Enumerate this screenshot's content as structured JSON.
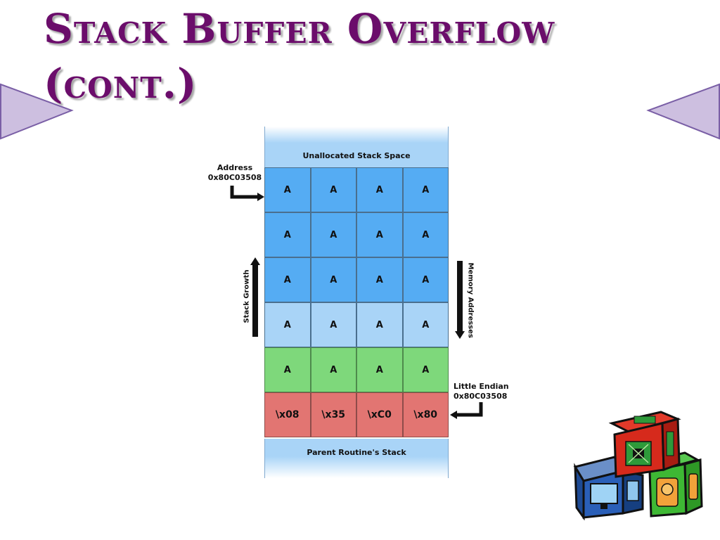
{
  "slide": {
    "title_line1": "Stack Buffer Overflow",
    "title_line2": "(cont.)"
  },
  "diagram": {
    "top_label": "Unallocated Stack Space",
    "bottom_label": "Parent Routine's Stack",
    "rows": [
      {
        "style": "blue",
        "cells": [
          "A",
          "A",
          "A",
          "A"
        ]
      },
      {
        "style": "blue",
        "cells": [
          "A",
          "A",
          "A",
          "A"
        ]
      },
      {
        "style": "blue",
        "cells": [
          "A",
          "A",
          "A",
          "A"
        ]
      },
      {
        "style": "lightblue",
        "cells": [
          "A",
          "A",
          "A",
          "A"
        ]
      },
      {
        "style": "green",
        "cells": [
          "A",
          "A",
          "A",
          "A"
        ]
      },
      {
        "style": "red",
        "cells": [
          "\\x08",
          "\\x35",
          "\\xC0",
          "\\x80"
        ]
      }
    ],
    "address_label": {
      "line1": "Address",
      "line2": "0x80C03508"
    },
    "endian_label": {
      "line1": "Little Endian",
      "line2": "0x80C03508"
    },
    "stack_growth_label": "Stack Growth",
    "memory_addresses_label": "Memory Addresses"
  },
  "colors": {
    "title": "#6b0d6b",
    "triangle_fill": "#cdbfe0",
    "triangle_stroke": "#7a5fa6",
    "cell_blue": "#55acf3",
    "cell_lightblue": "#a9d4f7",
    "cell_green": "#7ed87b",
    "cell_red": "#e27572"
  },
  "icons": {
    "left_triangle": "right-pointing-triangle-icon",
    "right_triangle": "left-pointing-triangle-icon",
    "blocks": "computer-blocks-icon"
  }
}
